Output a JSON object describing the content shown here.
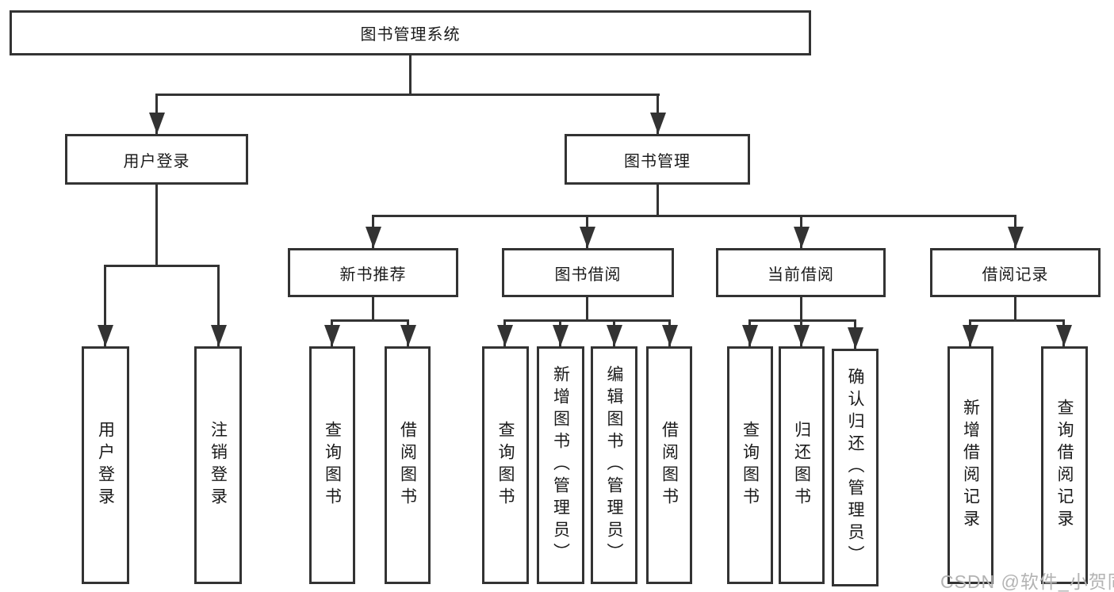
{
  "diagram": {
    "root": {
      "label": "图书管理系统"
    },
    "branches": [
      {
        "label": "用户登录",
        "children": [
          {
            "label": "用户登录"
          },
          {
            "label": "注销登录"
          }
        ]
      },
      {
        "label": "图书管理",
        "children": [
          {
            "label": "新书推荐",
            "children": [
              {
                "label": "查询图书"
              },
              {
                "label": "借阅图书"
              }
            ]
          },
          {
            "label": "图书借阅",
            "children": [
              {
                "label": "查询图书"
              },
              {
                "label": "新增图书（管理员）"
              },
              {
                "label": "编辑图书（管理员）"
              },
              {
                "label": "借阅图书"
              }
            ]
          },
          {
            "label": "当前借阅",
            "children": [
              {
                "label": "查询图书"
              },
              {
                "label": "归还图书"
              },
              {
                "label": "确认归还（管理员）"
              }
            ]
          },
          {
            "label": "借阅记录",
            "children": [
              {
                "label": "新增借阅记录"
              },
              {
                "label": "查询借阅记录"
              }
            ]
          }
        ]
      }
    ]
  },
  "watermark": {
    "text": "CSDN @软件_小贺同学"
  },
  "colors": {
    "line": "#333333",
    "text": "#1a1a1a",
    "watermark": "#b3b3b3",
    "background": "#ffffff"
  }
}
